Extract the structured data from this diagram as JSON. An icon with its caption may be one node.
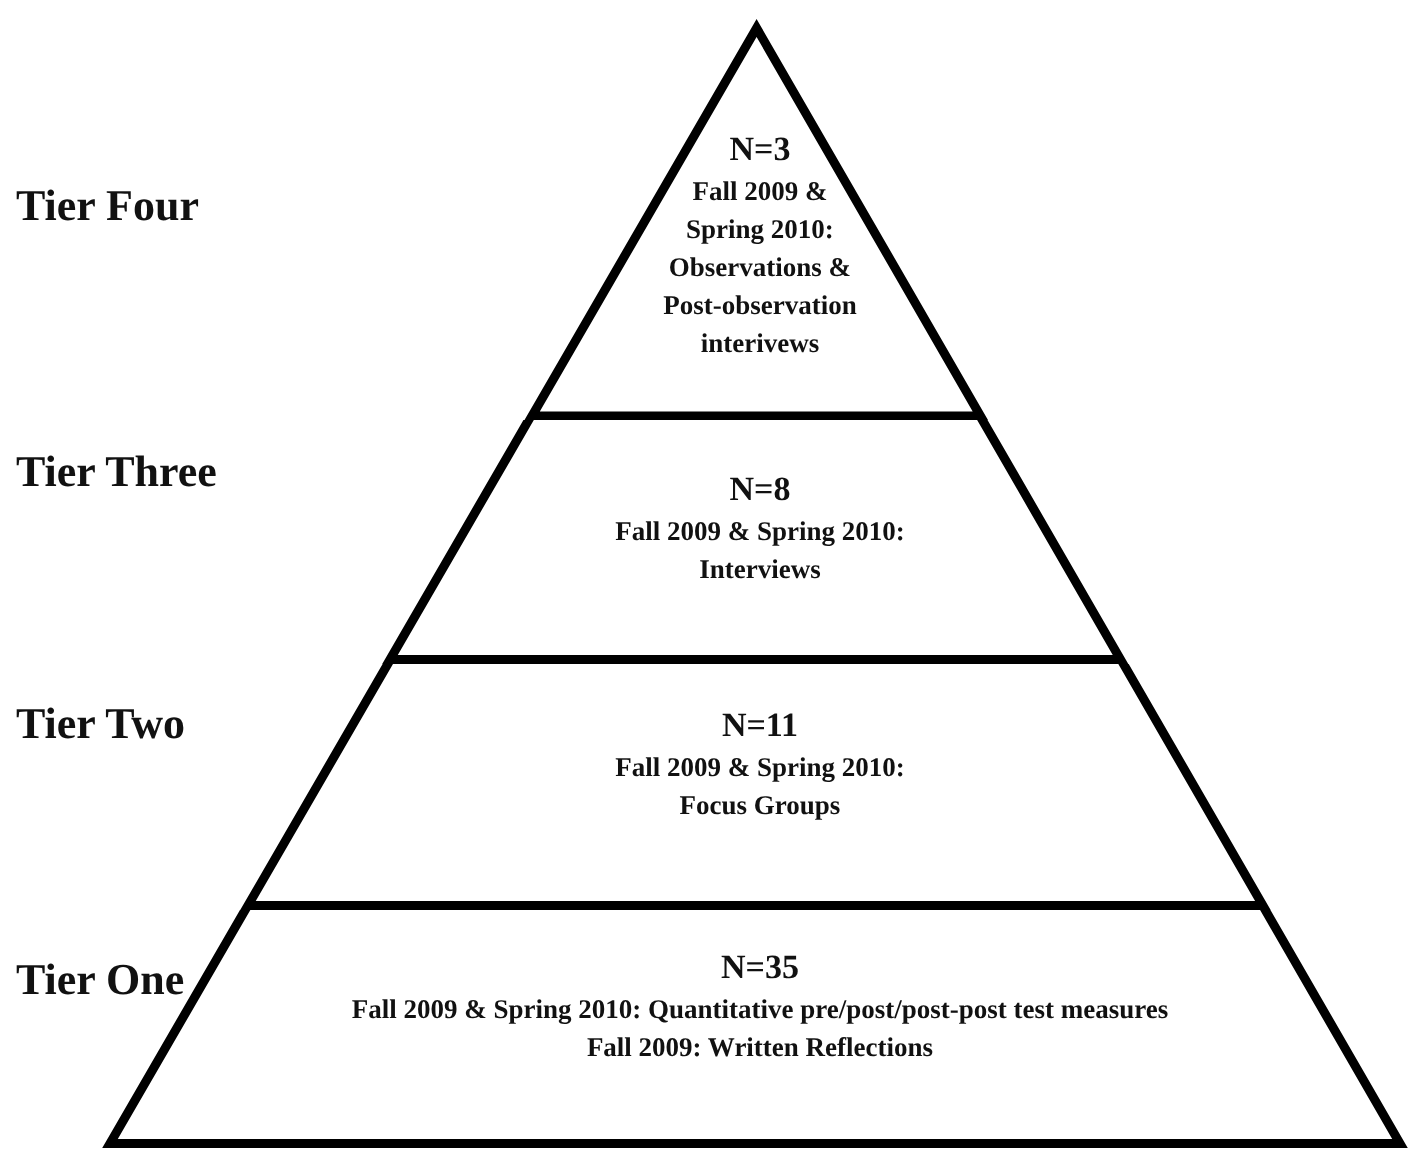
{
  "diagram": {
    "nodes": [
      {
        "text": [
          "N=3",
          "Fall 2009 & Spring 2010: Observations & Post-observation interivews"
        ]
      },
      {
        "text": [
          "N=8",
          "Fall 2009 & Spring 2010: Interviews"
        ]
      },
      {
        "text": [
          "N=11",
          "Fall 2009 & Spring 2010: Focus Groups"
        ]
      },
      {
        "text": [
          "N=35",
          "Fall 2009 & Spring 2010: Quantitative pre/post/post-post test measures",
          "Fall 2009: Written Reflections"
        ]
      }
    ],
    "labels": [
      "Tier Four",
      "Tier Three",
      "Tier Two",
      "Tier One"
    ]
  }
}
